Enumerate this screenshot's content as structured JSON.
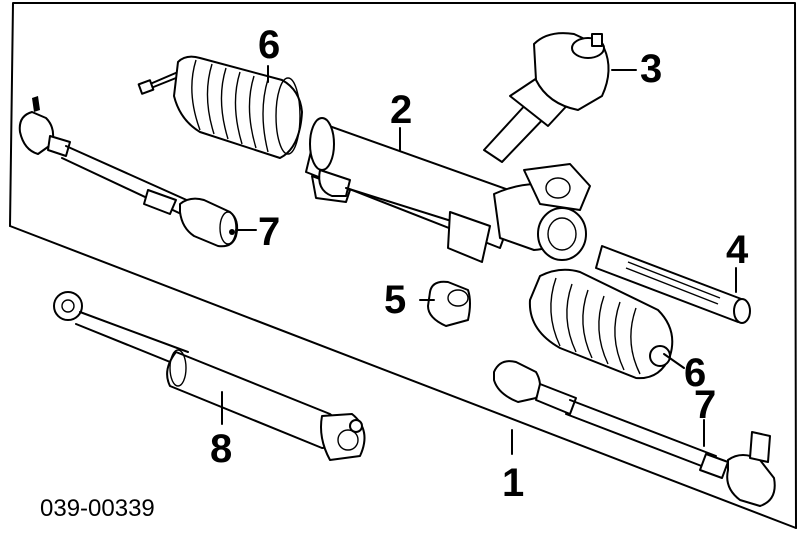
{
  "diagram_code": "039-00339",
  "callouts": {
    "c1": "1",
    "c2": "2",
    "c3": "3",
    "c4": "4",
    "c5": "5",
    "c6_top": "6",
    "c6_bottom": "6",
    "c7_left": "7",
    "c7_right": "7",
    "c8": "8"
  }
}
